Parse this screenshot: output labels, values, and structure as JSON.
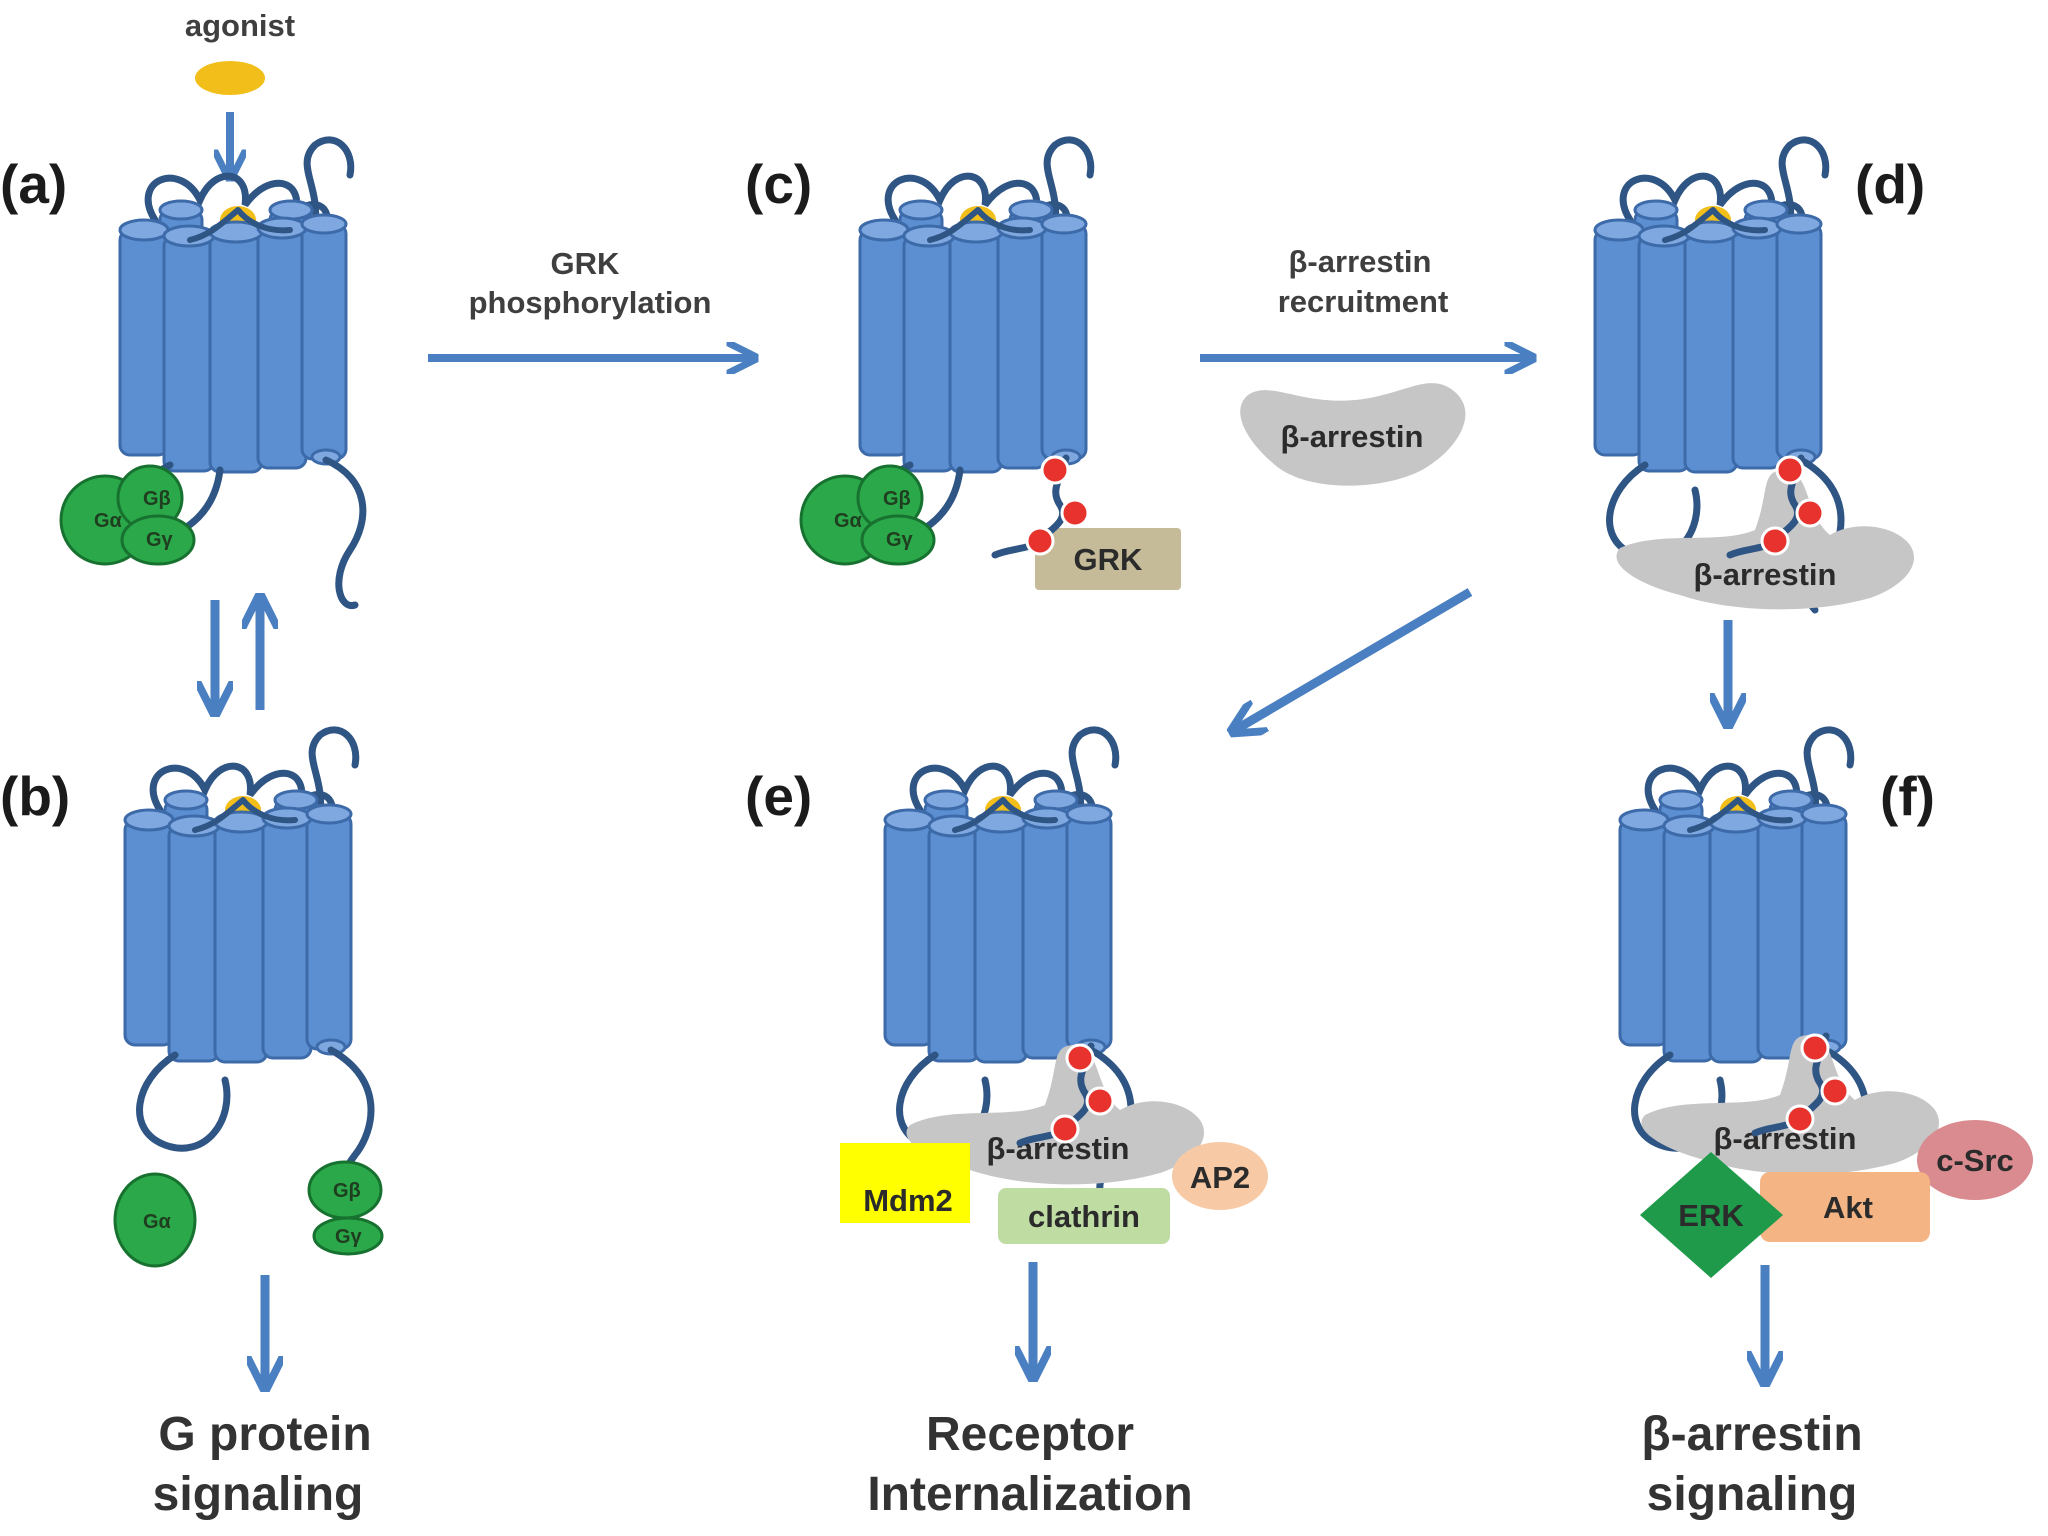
{
  "panels": {
    "a": "(a)",
    "b": "(b)",
    "c": "(c)",
    "d": "(d)",
    "e": "(e)",
    "f": "(f)"
  },
  "agonist": "agonist",
  "steps": {
    "grk_line1": "GRK",
    "grk_line2": "phosphorylation",
    "arr_line1": "β-arrestin",
    "arr_line2": "recruitment"
  },
  "proteins": {
    "beta_arrestin": "β-arrestin",
    "grk": "GRK",
    "mdm2": "Mdm2",
    "ap2": "AP2",
    "clathrin": "clathrin",
    "csrc": "c-Src",
    "erk": "ERK",
    "akt": "Akt",
    "g_alpha": "Gα",
    "g_beta": "Gβ",
    "g_gamma": "Gγ"
  },
  "outcomes": {
    "g_line1": "G protein",
    "g_line2": "signaling",
    "r_line1": "Receptor",
    "r_line2": "Internalization",
    "b_line1": "β-arrestin",
    "b_line2": "signaling"
  },
  "colors": {
    "receptor": "#5b8fd1",
    "receptor_top": "#7fa8e0",
    "receptor_outline": "#3d6aa8",
    "loop": "#2f5584",
    "arrow": "#4a7fc1",
    "agonist": "#f2be19",
    "g_protein": "#2aa84a",
    "arrestin": "#c6c6c6",
    "phospho": "#e8322e",
    "grk": "#c5bb98",
    "mdm2": "#ffff00",
    "ap2": "#f7caa5",
    "clathrin": "#bfdca2",
    "csrc": "#d98b8f",
    "erk": "#1e9a4a",
    "akt": "#f4b483"
  }
}
